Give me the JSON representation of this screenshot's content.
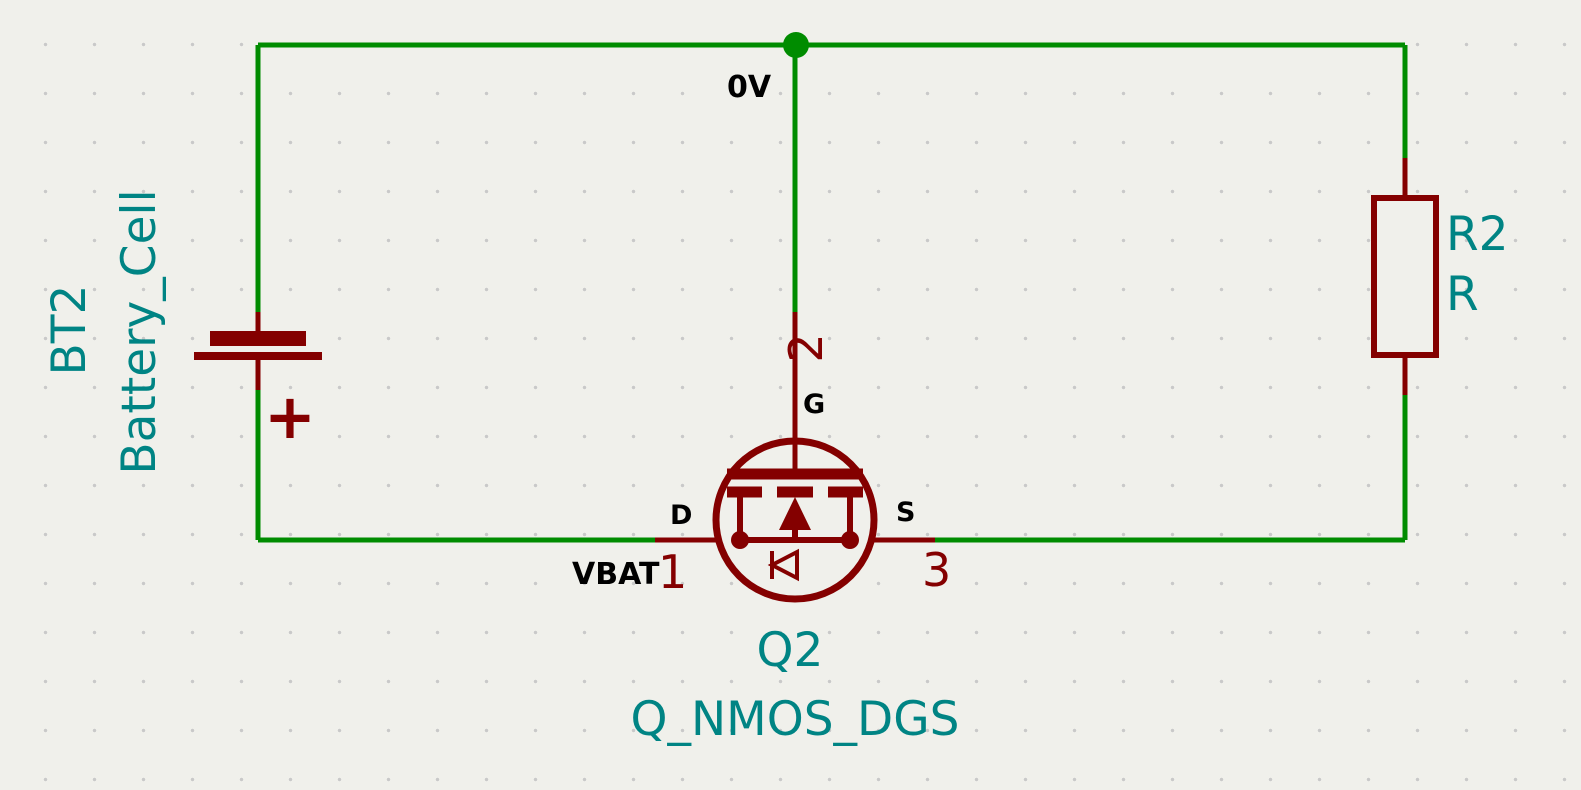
{
  "colors": {
    "background": "#F0F0EB",
    "grid_dot": "#C9C9C9",
    "wire": "#008C00",
    "component": "#840000",
    "reference": "#008484",
    "label": "#000000"
  },
  "nets": {
    "top": "0V",
    "bottom_left": "VBAT"
  },
  "components": {
    "battery": {
      "reference": "BT2",
      "value": "Battery_Cell",
      "plus_label": "+"
    },
    "resistor": {
      "reference": "R2",
      "value": "R"
    },
    "transistor": {
      "reference": "Q2",
      "value": "Q_NMOS_DGS",
      "pins": {
        "gate": {
          "name": "G",
          "number": "2"
        },
        "drain": {
          "name": "D",
          "number": "1"
        },
        "source": {
          "name": "S",
          "number": "3"
        }
      }
    }
  }
}
